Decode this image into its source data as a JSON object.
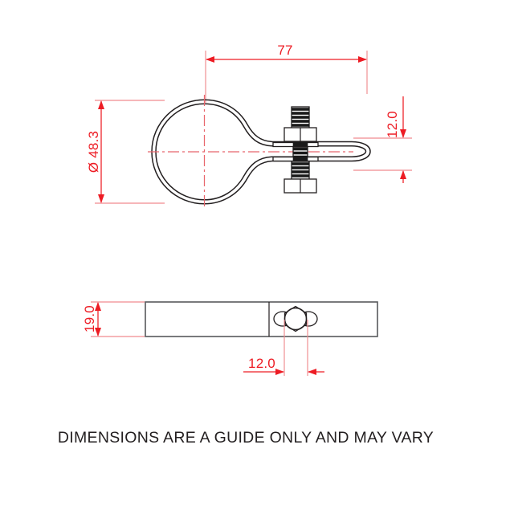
{
  "document": {
    "type": "engineering-drawing",
    "background_color": "#ffffff",
    "dimension_color": "#ed1c24",
    "outline_color": "#231f20",
    "view_outline_color": "#58595b"
  },
  "caption": {
    "text": "DIMENSIONS ARE A GUIDE ONLY AND MAY VARY"
  },
  "views": {
    "plan": {
      "name": "plan-view",
      "description": "Pipe clamp ring with tensioning bolt and hex nuts"
    },
    "side": {
      "name": "side-view",
      "description": "Flat band side elevation with hex nut"
    }
  },
  "dimensions": {
    "overall_length": {
      "label": "77",
      "orientation": "horizontal",
      "view": "plan"
    },
    "ring_diameter": {
      "label": "Ø 48.3",
      "orientation": "vertical",
      "view": "plan"
    },
    "bolt_offset": {
      "label": "12.0",
      "orientation": "vertical",
      "view": "plan"
    },
    "band_height": {
      "label": "19.0",
      "orientation": "vertical",
      "view": "side"
    },
    "nut_width": {
      "label": "12.0",
      "orientation": "horizontal",
      "view": "side"
    }
  }
}
